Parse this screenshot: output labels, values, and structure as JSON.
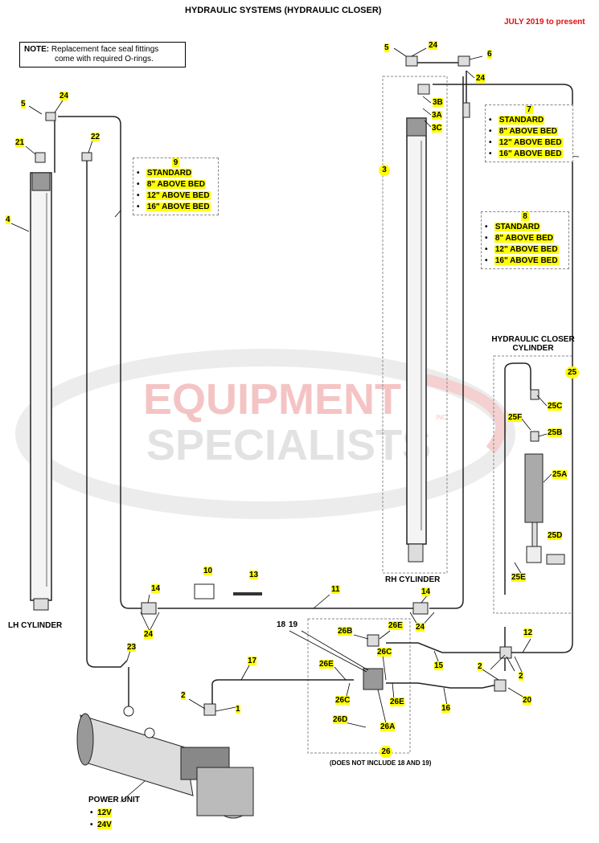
{
  "header": {
    "title": "HYDRAULIC SYSTEMS (HYDRAULIC CLOSER)",
    "date_range": "JULY 2019 to present"
  },
  "note": {
    "prefix": "NOTE:",
    "line1": " Replacement face seal fittings",
    "line2": "come with required O-rings."
  },
  "watermark": {
    "line1": "EQUIPMENT",
    "line2": "SPECIALISTS",
    "mark": "INC"
  },
  "option_boxes": {
    "box7": {
      "number": "7",
      "options": [
        "STANDARD",
        "8\" ABOVE BED",
        "12\" ABOVE BED",
        "16\" ABOVE BED"
      ]
    },
    "box8": {
      "number": "8",
      "options": [
        "STANDARD",
        "8\" ABOVE BED",
        "12\" ABOVE BED",
        "16\" ABOVE BED"
      ]
    },
    "box9": {
      "number": "9",
      "options": [
        "STANDARD",
        "8\" ABOVE BED",
        "12\" ABOVE BED",
        "16\" ABOVE BED"
      ]
    }
  },
  "closer": {
    "title_line1": "HYDRAULIC CLOSER",
    "title_line2": "CYLINDER"
  },
  "captions": {
    "lh_cylinder": "LH CYLINDER",
    "rh_cylinder": "RH CYLINDER",
    "power_unit": "POWER UNIT",
    "valve_note": "(DOES NOT INCLUDE 18 AND 19)"
  },
  "power_options": [
    "12V",
    "24V"
  ],
  "callouts": {
    "c5a": "5",
    "c24a": "24",
    "c6": "6",
    "c24b": "24",
    "c3b": "3B",
    "c3a": "3A",
    "c3c": "3C",
    "c3": "3",
    "c5b": "5",
    "c24c": "24",
    "c21": "21",
    "c22": "22",
    "c4": "4",
    "c25": "25",
    "c25c": "25C",
    "c25f": "25F",
    "c25b": "25B",
    "c25a": "25A",
    "c25d": "25D",
    "c25e": "25E",
    "c10": "10",
    "c13": "13",
    "c11": "11",
    "c14a": "14",
    "c24d": "24",
    "c14b": "14",
    "c24e": "24",
    "c18": "18",
    "c19": "19",
    "c26b": "26B",
    "c26e1": "26E",
    "c26c1": "26C",
    "c26e2": "26E",
    "c26c2": "26C",
    "c26e3": "26E",
    "c26d": "26D",
    "c26a": "26A",
    "c26": "26",
    "c12": "12",
    "c2a": "2",
    "c2b": "2",
    "c15": "15",
    "c16": "16",
    "c20": "20",
    "c23": "23",
    "c17": "17",
    "c2c": "2",
    "c1": "1"
  },
  "colors": {
    "highlight": "#ffff00",
    "date": "#e01010",
    "watermark_red": "#f2b8b8",
    "watermark_gray": "#d9d9d9"
  }
}
